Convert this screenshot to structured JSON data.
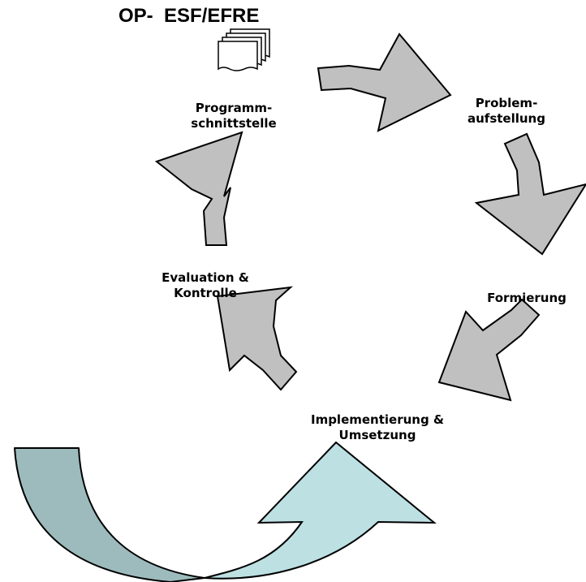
{
  "header": {
    "title": "OP-  ESF/EFRE"
  },
  "stages": {
    "problem": {
      "line1": "Problem-",
      "line2": "aufstellung"
    },
    "formierung": {
      "line1": "Formierung"
    },
    "implementierung": {
      "line1": "Implementierung &",
      "line2": "Umsetzung"
    },
    "evaluation": {
      "line1": "Evaluation &",
      "line2": "Kontrolle"
    },
    "programm": {
      "line1": "Programm-",
      "line2": "schnittstelle"
    }
  },
  "colors": {
    "cycle_arrow_fill": "#c0c0c0",
    "outline": "#000000",
    "big_arrow_dark": "#9dbbbd",
    "big_arrow_light": "#bde0e3",
    "background": "#ffffff"
  },
  "icons": {
    "document_stack": "document-stack-icon"
  }
}
